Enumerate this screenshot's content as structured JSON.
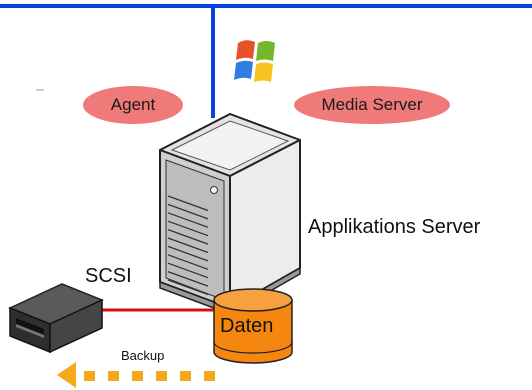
{
  "labels": {
    "agent": "Agent",
    "media_server": "Media Server",
    "app_server": "Applikations Server",
    "scsi": "SCSI",
    "daten": "Daten",
    "backup": "Backup"
  },
  "icons": {
    "os_logo": "windows-logo-icon",
    "server": "tower-server-icon",
    "tape": "tape-drive-icon",
    "database": "database-cylinder-icon",
    "arrow": "dashed-arrow-left-icon"
  },
  "colors": {
    "network_line": "#0a3fe0",
    "pill_fill": "#f07a7a",
    "scsi_line": "#d01010",
    "db_fill": "#f5860f",
    "backup_arrow": "#f6a81a"
  }
}
